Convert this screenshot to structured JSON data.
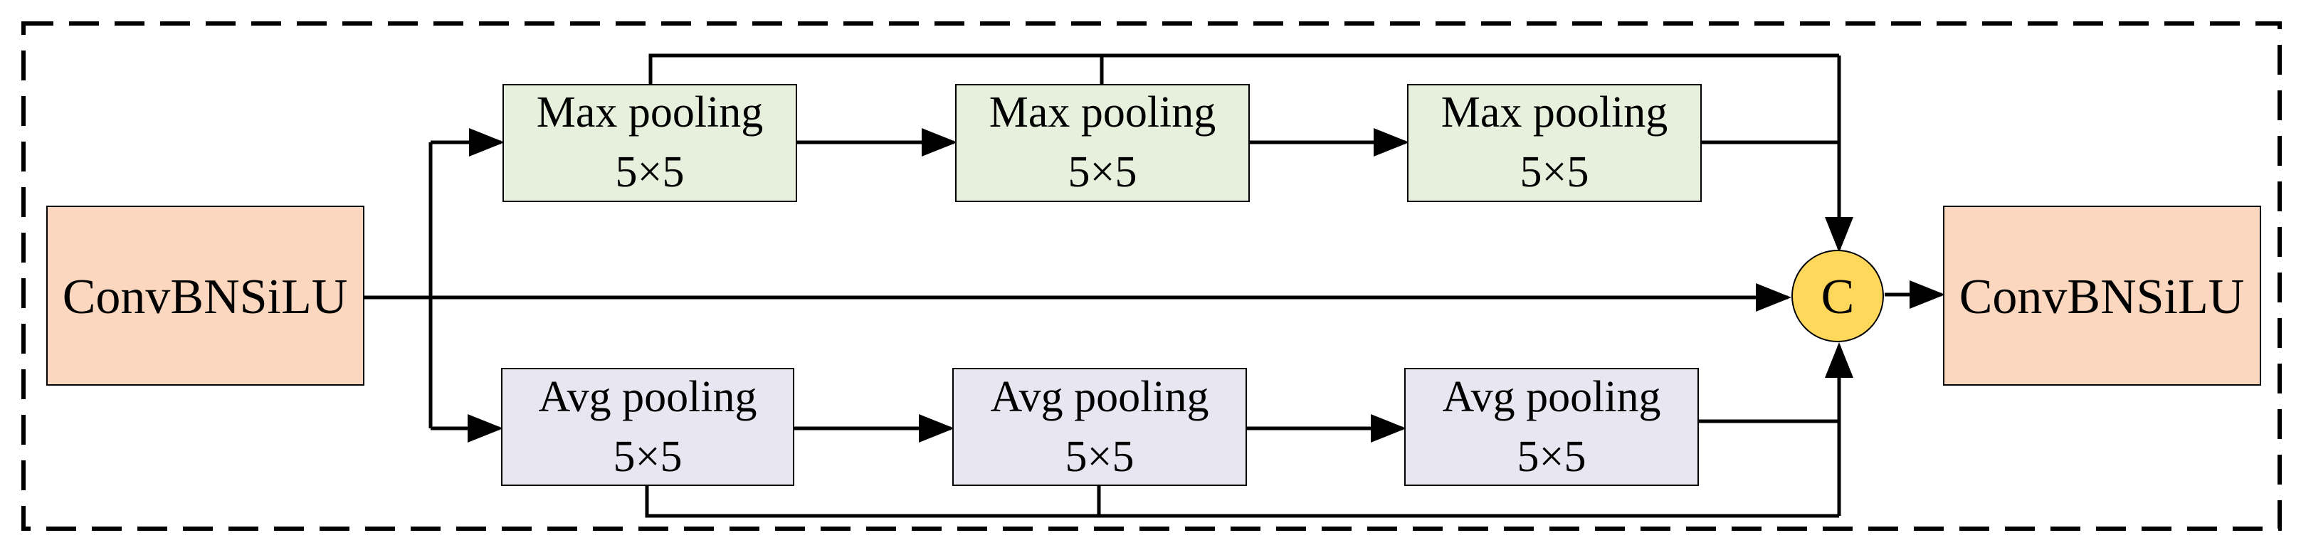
{
  "colors": {
    "conv_fill": "#FAD7BE",
    "max_fill": "#E6F0DC",
    "avg_fill": "#E8E6F0",
    "concat_fill": "#FFD75A",
    "stroke": "#000000"
  },
  "input_block": {
    "label": "ConvBNSiLU"
  },
  "output_block": {
    "label": "ConvBNSiLU"
  },
  "concat": {
    "label": "C"
  },
  "max_branch": [
    {
      "line1": "Max pooling",
      "line2": "5×5"
    },
    {
      "line1": "Max pooling",
      "line2": "5×5"
    },
    {
      "line1": "Max pooling",
      "line2": "5×5"
    }
  ],
  "avg_branch": [
    {
      "line1": "Avg pooling",
      "line2": "5×5"
    },
    {
      "line1": "Avg pooling",
      "line2": "5×5"
    },
    {
      "line1": "Avg pooling",
      "line2": "5×5"
    }
  ]
}
